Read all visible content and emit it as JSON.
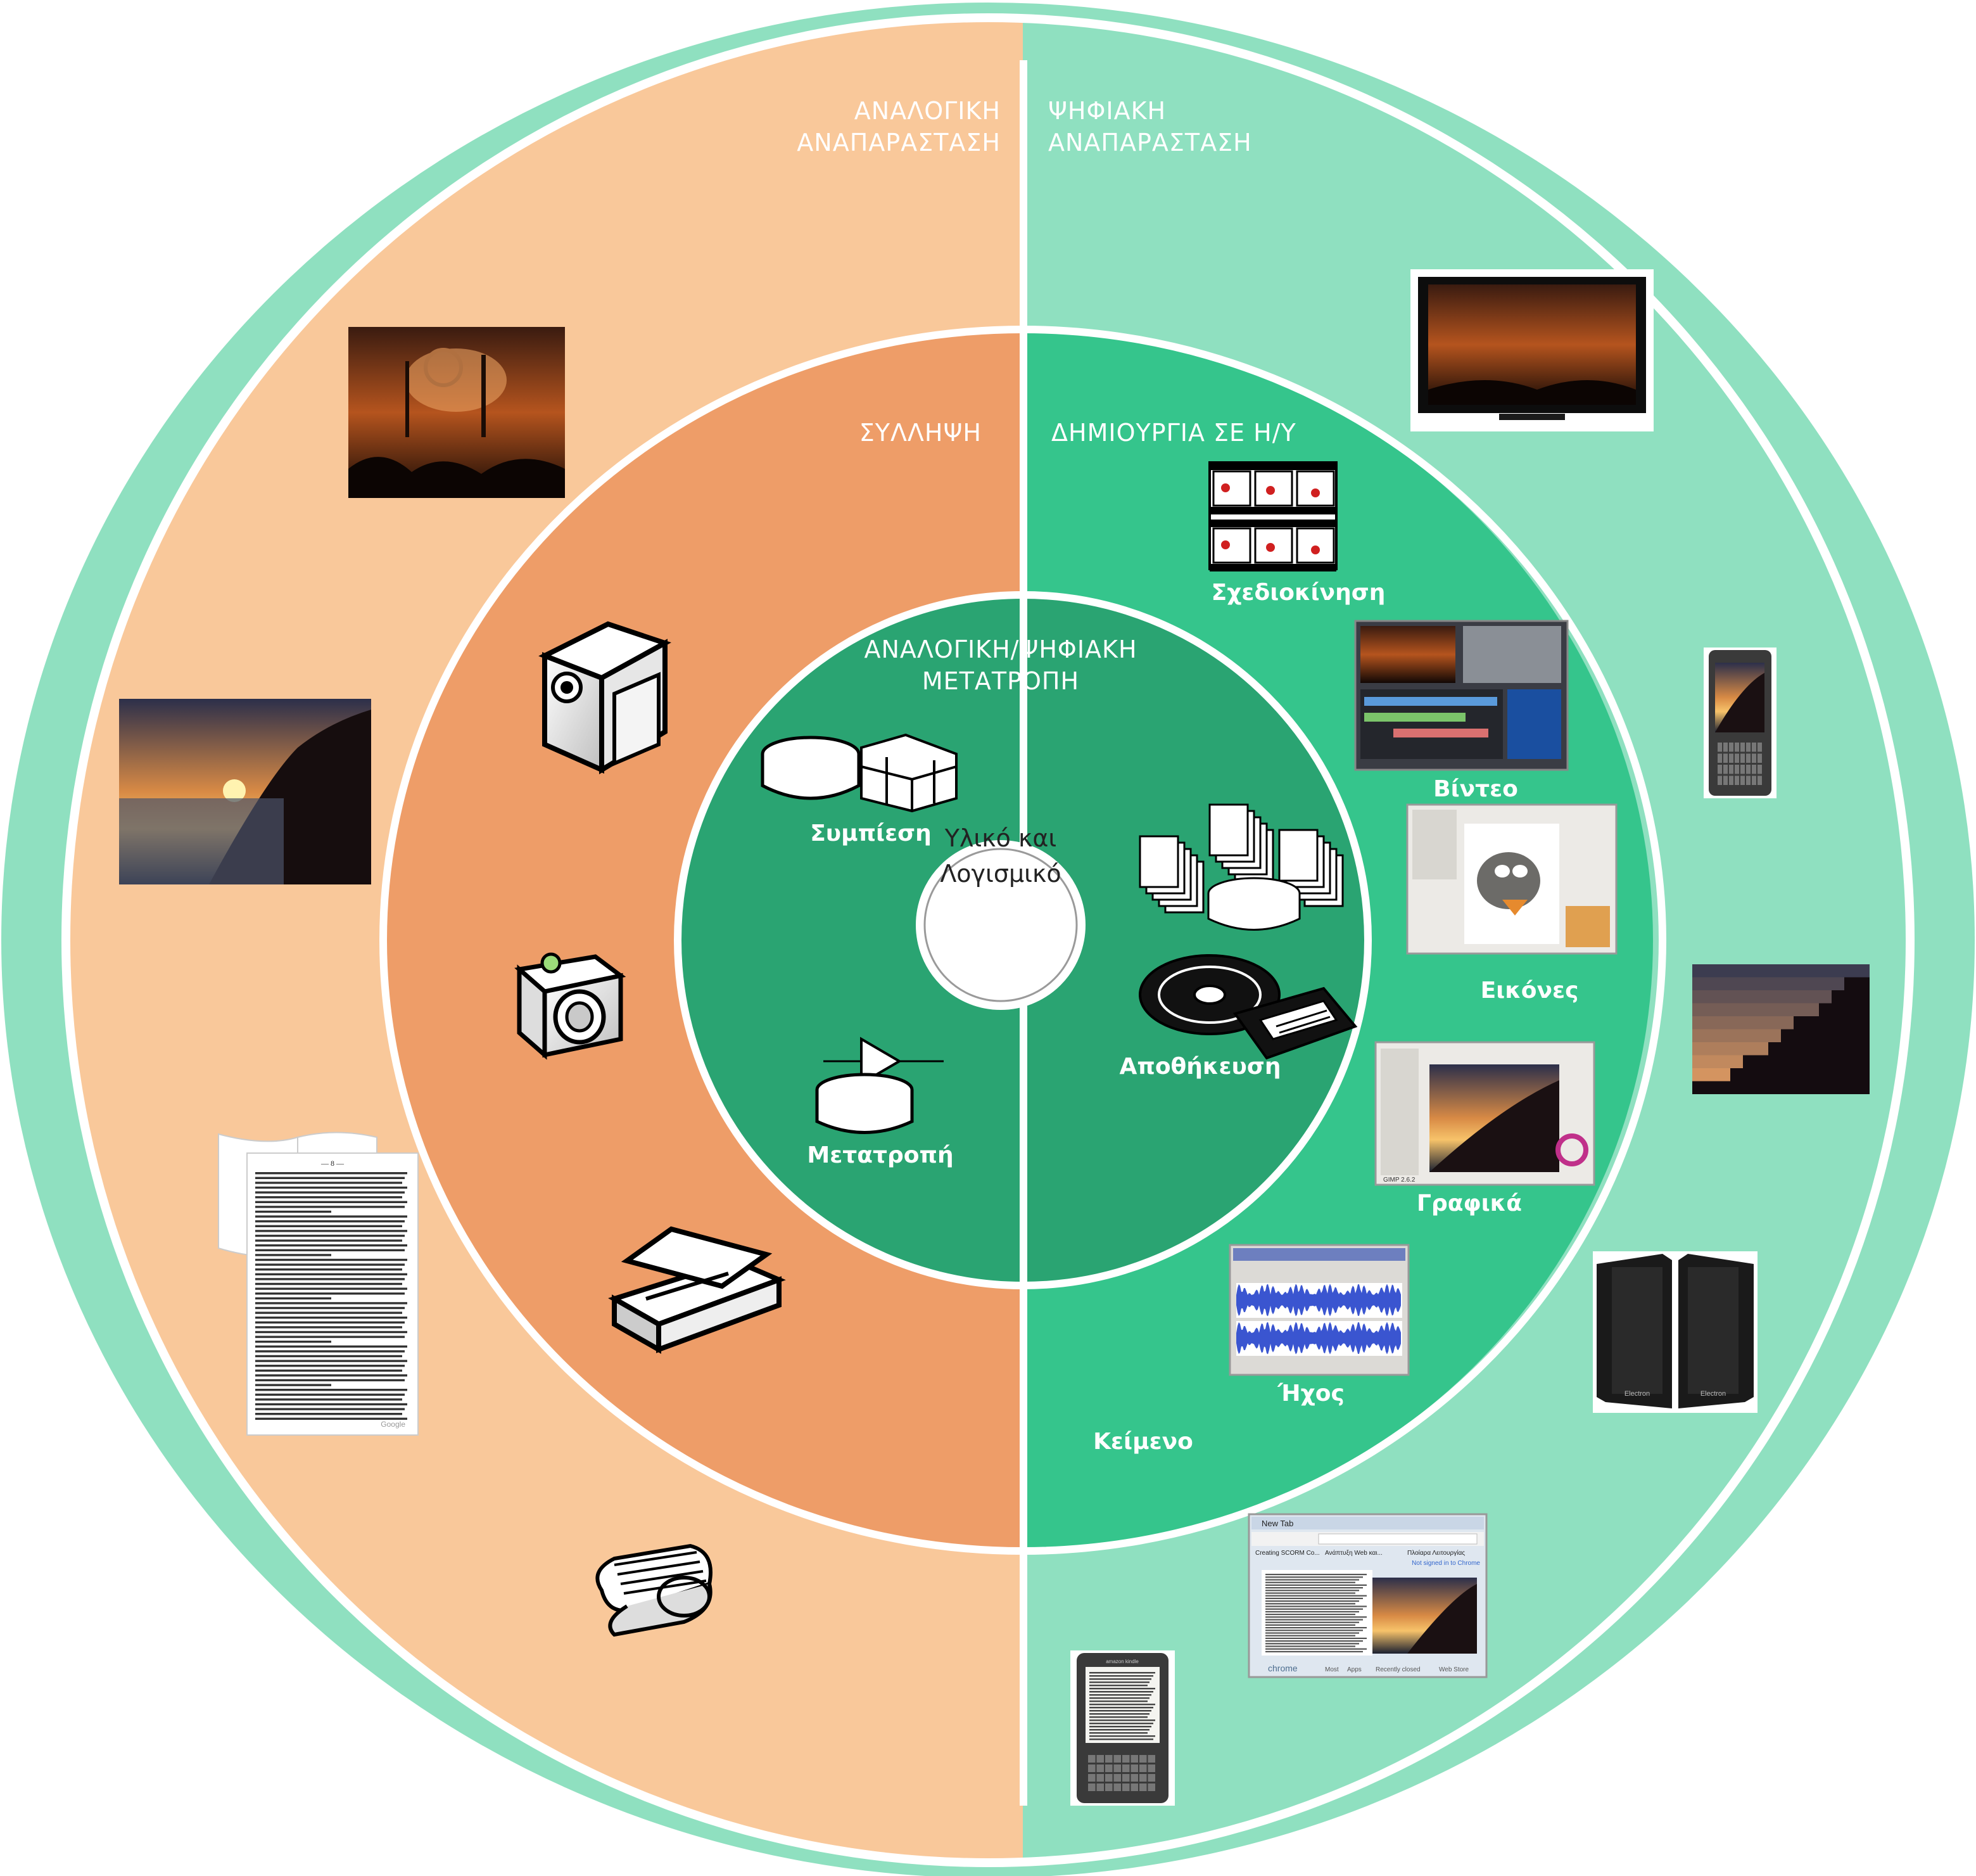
{
  "colors": {
    "outer_ring": "#8fe0c0",
    "analog_outer": "#f9c89a",
    "analog_inner": "#ee9d68",
    "digital_mid": "#35c58c",
    "inner_circle": "#2aa472",
    "separator": "#ffffff"
  },
  "headers": {
    "analog": [
      "ΑΝΑΛΟΓΙΚΗ",
      "ΑΝΑΠΑΡΑΣΤΑΣΗ"
    ],
    "digital": [
      "ΨΗΦΙΑΚΗ",
      "ΑΝΑΠΑΡΑΣΤΑΣΗ"
    ]
  },
  "middle_ring": {
    "capture": "ΣΥΛΛΗΨΗ",
    "creation": "ΔΗΜΙΟΥΡΓΙΑ ΣΕ Η/Υ"
  },
  "inner_circle": {
    "title": [
      "ΑΝΑΛΟΓΙΚΗ/ΨΗΦΙΑΚΗ",
      "ΜΕΤΑΤΡΟΠΗ"
    ],
    "compression": "Συμπίεση",
    "conversion": "Μετατροπή",
    "storage": "Αποθήκευση"
  },
  "center": [
    "Υλικό και",
    "Λογισμικό"
  ],
  "media": {
    "animation": "Σχεδιοκίνηση",
    "video": "Βίντεο",
    "images": "Εικόνες",
    "graphics": "Γραφικά",
    "audio": "Ήχος",
    "text": "Κείμενο"
  },
  "icons": {
    "analog_photos": [
      "concert-photo",
      "sunset-photo",
      "book-page-image",
      "newspaper-icon"
    ],
    "analog_devices": [
      "video-camera-icon",
      "photo-camera-icon",
      "scanner-icon"
    ],
    "inner": [
      "compression-icon",
      "conversion-icon",
      "storage-documents-icon",
      "storage-disc-tape-icon"
    ],
    "digital_creation": [
      "animation-film-icon",
      "video-editor-screenshot",
      "image-editor-screenshot",
      "graphics-editor-screenshot",
      "audio-editor-screenshot"
    ],
    "digital_outputs": [
      "tv-concert-image",
      "ebook-reader-image",
      "pixelated-sunset-image",
      "speakers-image",
      "browser-screenshot",
      "kindle-text-image"
    ]
  },
  "screenshot_text": {
    "book_heading": "— 8 —",
    "book_footer": "Google",
    "browser_tab": "New Tab",
    "browser_bookmarks": [
      "Creating SCORM Co...",
      "Ανάπτυξη Web και...",
      "Πλοίαρα Λειτουργίας"
    ],
    "browser_bar_right": "Not signed in to Chrome",
    "browser_footer": [
      "chrome",
      "Most",
      "Apps",
      "Recently closed",
      "Web Store"
    ],
    "gimp_status": "GIMP 2.6.2",
    "reader_brand": "amazon kindle",
    "speaker_brand": "Electron"
  }
}
